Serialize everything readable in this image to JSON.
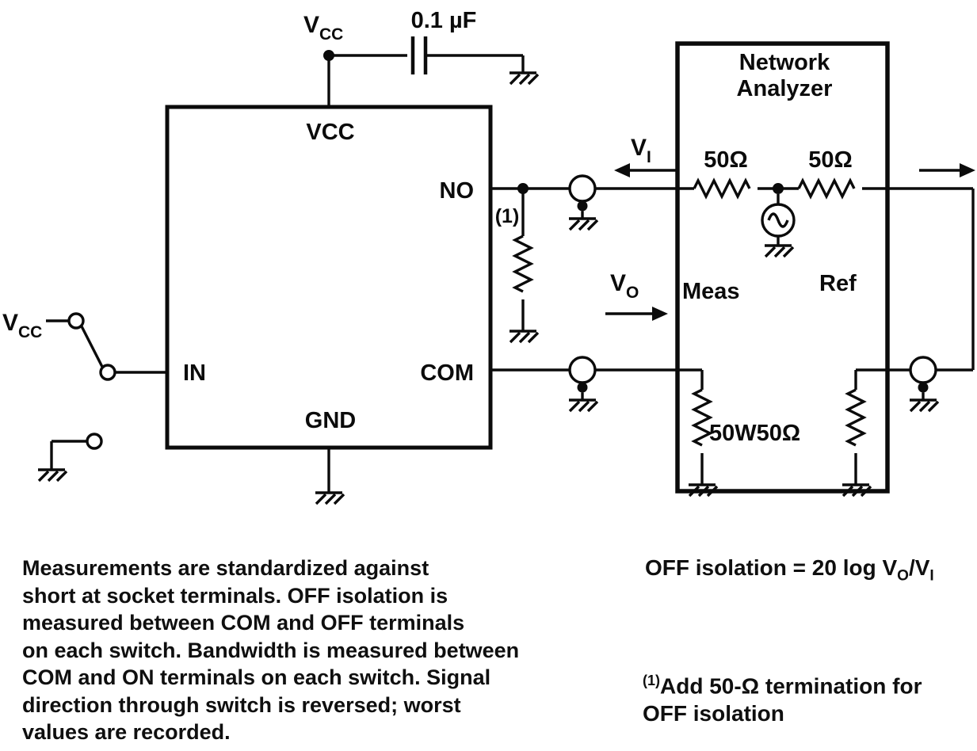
{
  "supply": {
    "vcc_top": {
      "main": "V",
      "sub": "CC"
    },
    "cap_value": "0.1 µF",
    "vcc_left": {
      "main": "V",
      "sub": "CC"
    }
  },
  "dut": {
    "pin_vcc": "VCC",
    "pin_no": "NO",
    "pin_in": "IN",
    "pin_com": "COM",
    "pin_gnd": "GND",
    "note_marker": "(1)"
  },
  "signals": {
    "vi": {
      "main": "V",
      "sub": "I"
    },
    "vo": {
      "main": "V",
      "sub": "O"
    }
  },
  "analyzer": {
    "title_line1": "Network",
    "title_line2": "Analyzer",
    "r_left": "50Ω",
    "r_right": "50Ω",
    "meas_label": "Meas",
    "ref_label": "Ref",
    "r_meas_label": "50W50Ω"
  },
  "notes": {
    "left_lines": [
      "Measurements are standardized against",
      "short at socket terminals. OFF isolation is",
      "measured between COM and OFF terminals",
      "on each switch. Bandwidth is measured between",
      "COM and ON terminals on each switch. Signal",
      "direction through switch is reversed; worst",
      "values are recorded."
    ],
    "formula": {
      "prefix": "OFF isolation = 20 log V",
      "sub1": "O",
      "mid": "/V",
      "sub2": "I"
    },
    "footnote": {
      "sup": "(1)",
      "line1": "Add 50-Ω termination for",
      "line2": "OFF isolation"
    }
  }
}
